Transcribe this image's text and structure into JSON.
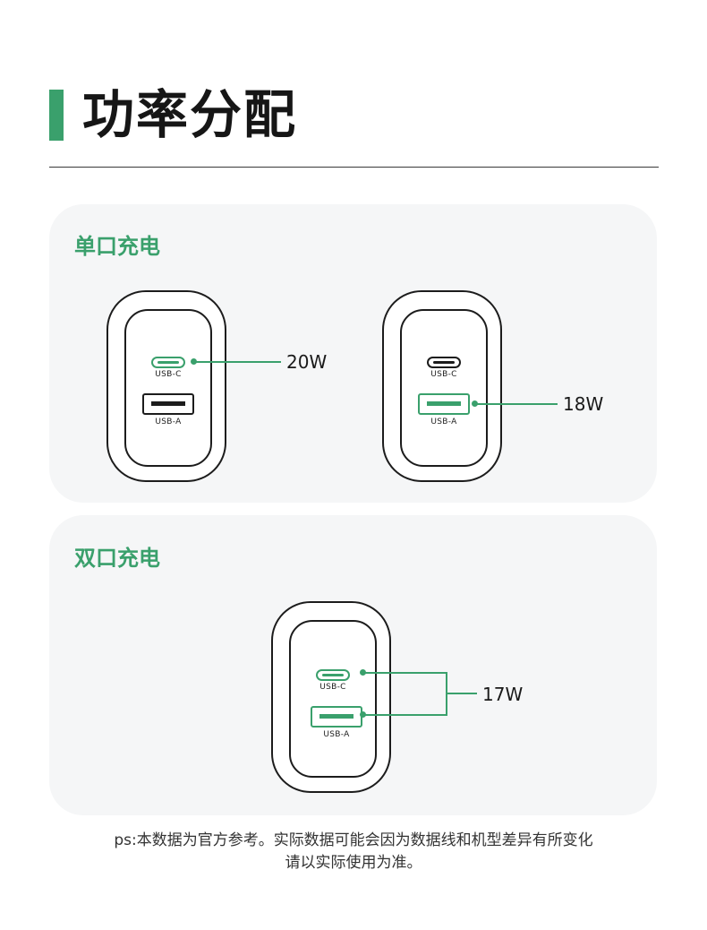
{
  "colors": {
    "accent": "#3aa06c",
    "ink": "#1c1c1c",
    "card_bg": "#f5f6f7"
  },
  "title": "功率分配",
  "single_port": {
    "heading": "单口充电",
    "charger_c": {
      "usb_c_label": "USB-C",
      "usb_a_label": "USB-A",
      "active_port": "USB-C",
      "watt": "20W"
    },
    "charger_a": {
      "usb_c_label": "USB-C",
      "usb_a_label": "USB-A",
      "active_port": "USB-A",
      "watt": "18W"
    }
  },
  "dual_port": {
    "heading": "双口充电",
    "charger": {
      "usb_c_label": "USB-C",
      "usb_a_label": "USB-A",
      "active_ports": [
        "USB-C",
        "USB-A"
      ],
      "watt": "17W"
    }
  },
  "note": {
    "line1": "ps:本数据为官方参考。实际数据可能会因为数据线和机型差异有所变化",
    "line2": "请以实际使用为准。"
  }
}
